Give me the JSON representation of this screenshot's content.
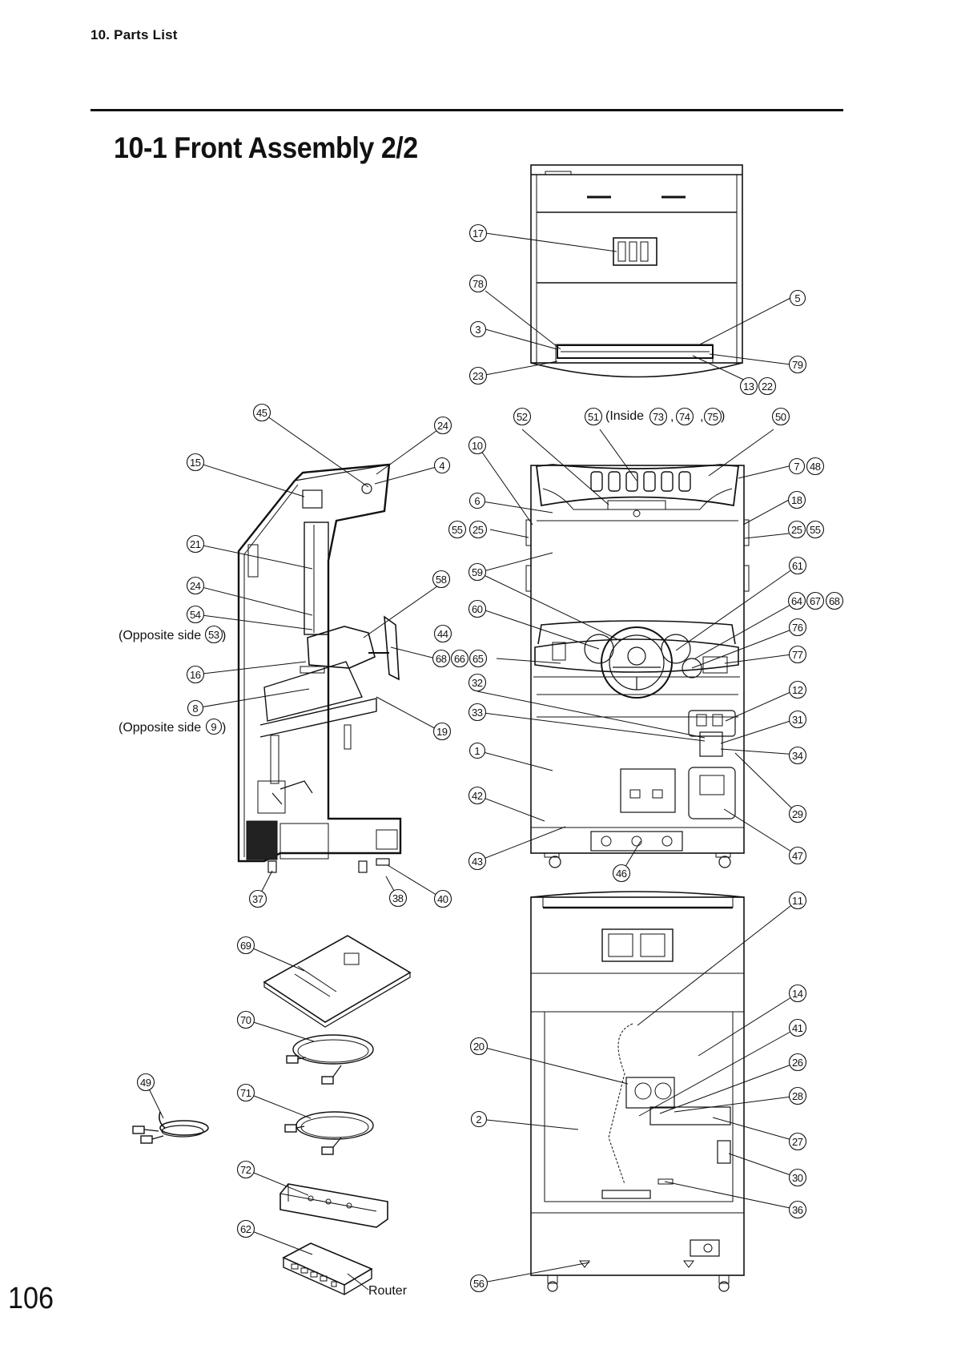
{
  "header": "10. Parts List",
  "title": "10-1 Front Assembly 2/2",
  "page_number": "106",
  "notes": {
    "inside": "(Inside",
    "inside_comma1": ",",
    "inside_comma2": ",",
    "inside_close": ")",
    "opposite_side_a": "(Opposite side",
    "opposite_side_a_close": ")",
    "opposite_side_b": "(Opposite side",
    "opposite_side_b_close": ")",
    "router": "Router"
  },
  "callouts": [
    "1",
    "2",
    "3",
    "4",
    "5",
    "6",
    "7",
    "8",
    "9",
    "10",
    "11",
    "12",
    "13",
    "14",
    "15",
    "16",
    "17",
    "18",
    "19",
    "20",
    "21",
    "22",
    "23",
    "24",
    "25",
    "26",
    "27",
    "28",
    "29",
    "30",
    "31",
    "32",
    "33",
    "34",
    "36",
    "37",
    "38",
    "40",
    "41",
    "42",
    "43",
    "44",
    "45",
    "46",
    "47",
    "48",
    "49",
    "50",
    "51",
    "52",
    "53",
    "54",
    "55",
    "56",
    "58",
    "59",
    "60",
    "61",
    "62",
    "64",
    "65",
    "66",
    "67",
    "68",
    "69",
    "70",
    "71",
    "72",
    "73",
    "74",
    "75",
    "76",
    "77",
    "78",
    "79"
  ]
}
